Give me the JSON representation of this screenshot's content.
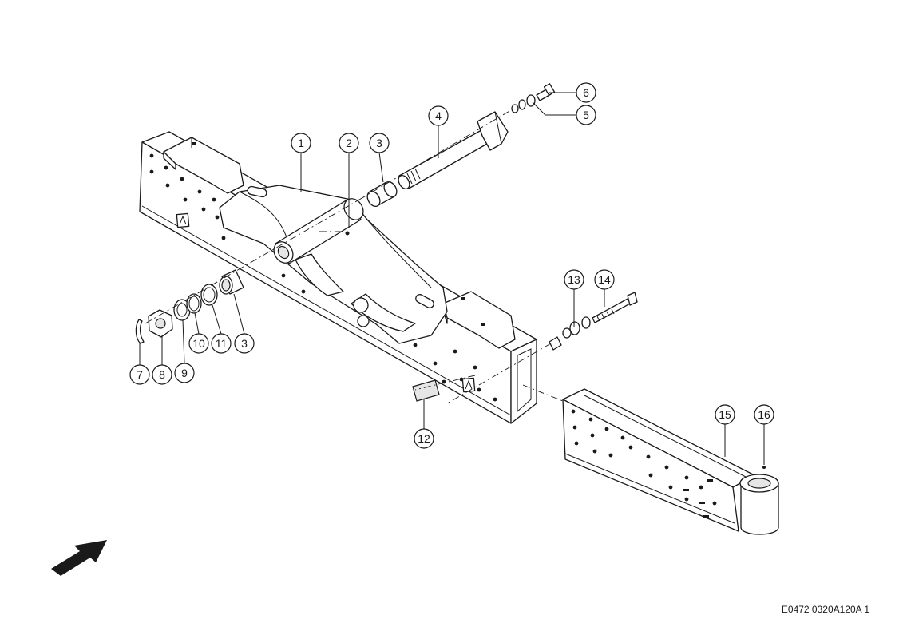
{
  "diagram": {
    "callouts": [
      "1",
      "2",
      "3",
      "4",
      "5",
      "6",
      "7",
      "8",
      "9",
      "10",
      "11",
      "3",
      "12",
      "13",
      "14",
      "15",
      "16"
    ],
    "drawing_reference": "E0472 0320A120A 1"
  }
}
